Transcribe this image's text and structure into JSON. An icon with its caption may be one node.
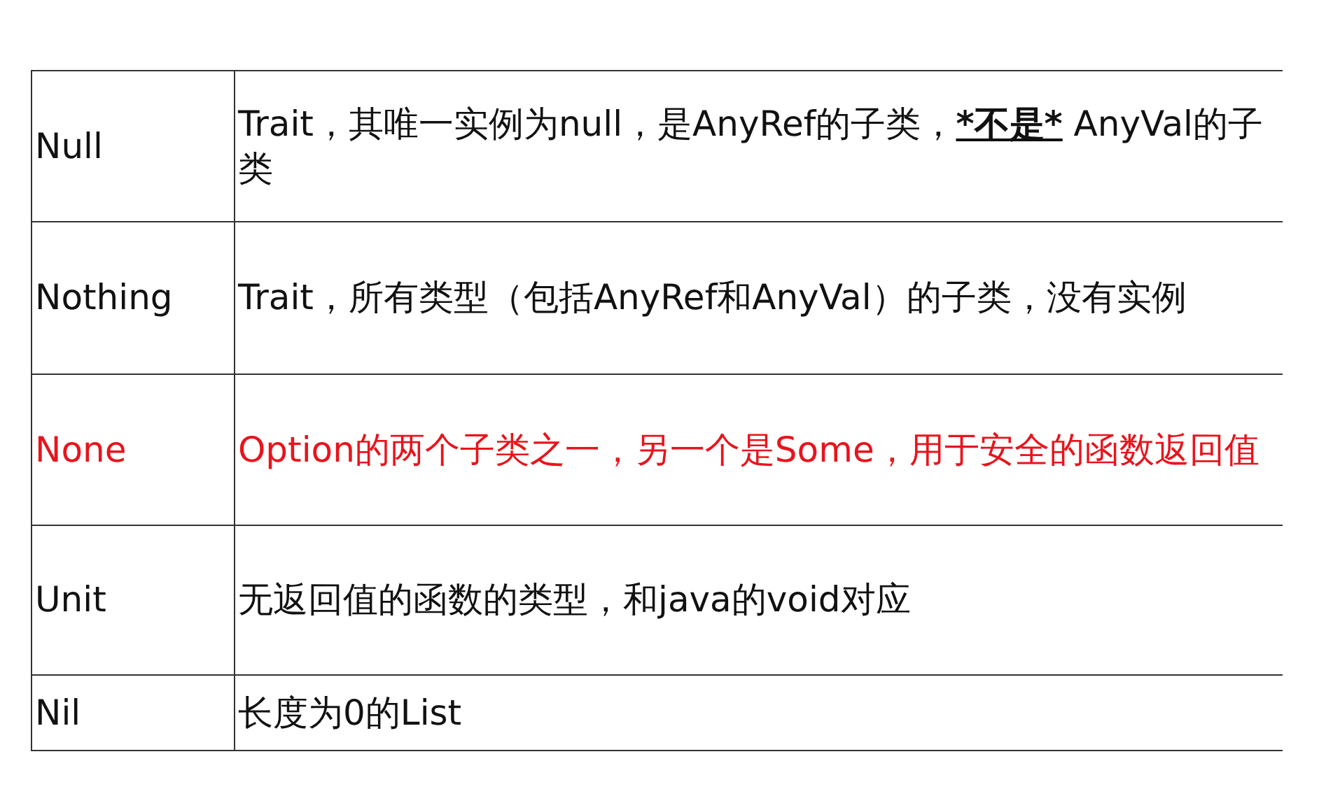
{
  "diagram": {
    "labels": [
      "Null",
      "Trait，其唯一实例为null，是AnyRef的子类，*不是* AnyVal的子类",
      "Nothing",
      "Trait，所有类型（包括AnyRef和AnyVal）的子类，没有实例",
      "None",
      "Option的两个子类之一，另一个是Some，用于安全的函数返回值",
      "Unit",
      "无返回值的函数的类型，和java的void对应",
      "Nil",
      "长度为0的List"
    ]
  }
}
